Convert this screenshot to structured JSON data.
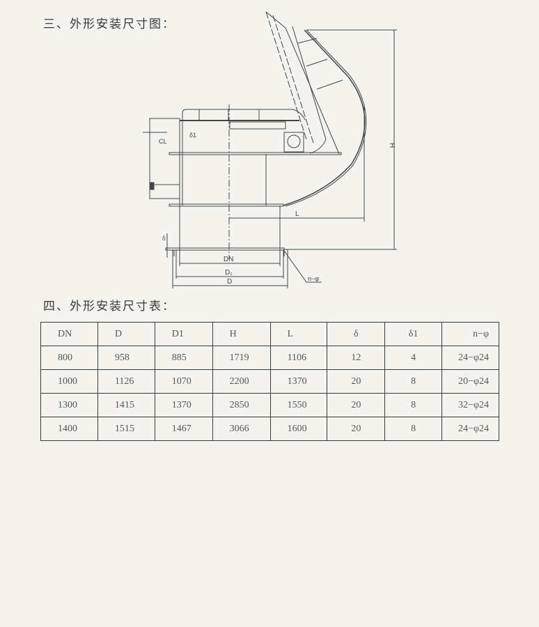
{
  "section3_title": "三、外形安装尺寸图：",
  "section4_title": "四、外形安装尺寸表：",
  "drawing_labels": {
    "H": "H",
    "L": "L",
    "DN": "DN",
    "D1": "D₁",
    "D": "D",
    "n_phi": "n−φ",
    "delta1": "δ1",
    "delta": "δ",
    "cl": "CL"
  },
  "table": {
    "headers": [
      "DN",
      "D",
      "D1",
      "H",
      "L",
      "δ",
      "δ1",
      "n−φ"
    ],
    "rows": [
      [
        "800",
        "958",
        "885",
        "1719",
        "1106",
        "12",
        "4",
        "24−φ24"
      ],
      [
        "1000",
        "1126",
        "1070",
        "2200",
        "1370",
        "20",
        "8",
        "20−φ24"
      ],
      [
        "1300",
        "1415",
        "1370",
        "2850",
        "1550",
        "20",
        "8",
        "32−φ24"
      ],
      [
        "1400",
        "1515",
        "1467",
        "3066",
        "1600",
        "20",
        "8",
        "24−φ24"
      ]
    ]
  }
}
